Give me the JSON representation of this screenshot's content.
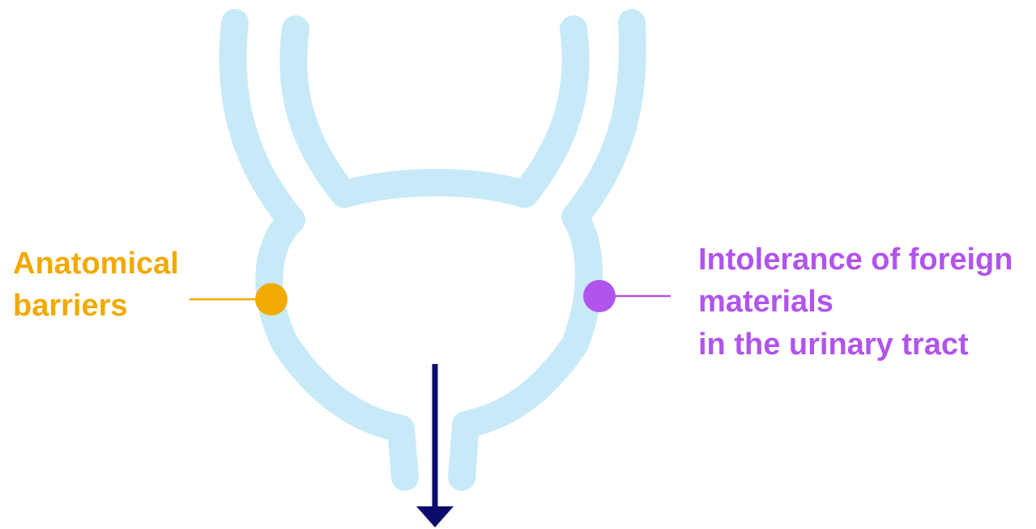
{
  "colors": {
    "bladder_outline": "#c8eaf8",
    "anatomical_accent": "#f2a900",
    "intolerance_accent": "#b154ec",
    "flow_arrow": "#0b0b6b"
  },
  "labels": {
    "anatomical_barriers": {
      "lines": [
        "Anatomical",
        "barriers"
      ]
    },
    "foreign_materials": {
      "lines": [
        "Intolerance of foreign",
        "materials",
        "in the urinary tract"
      ]
    }
  },
  "icons": {
    "organ": "bladder-outline-icon",
    "flow": "down-arrow-icon"
  }
}
